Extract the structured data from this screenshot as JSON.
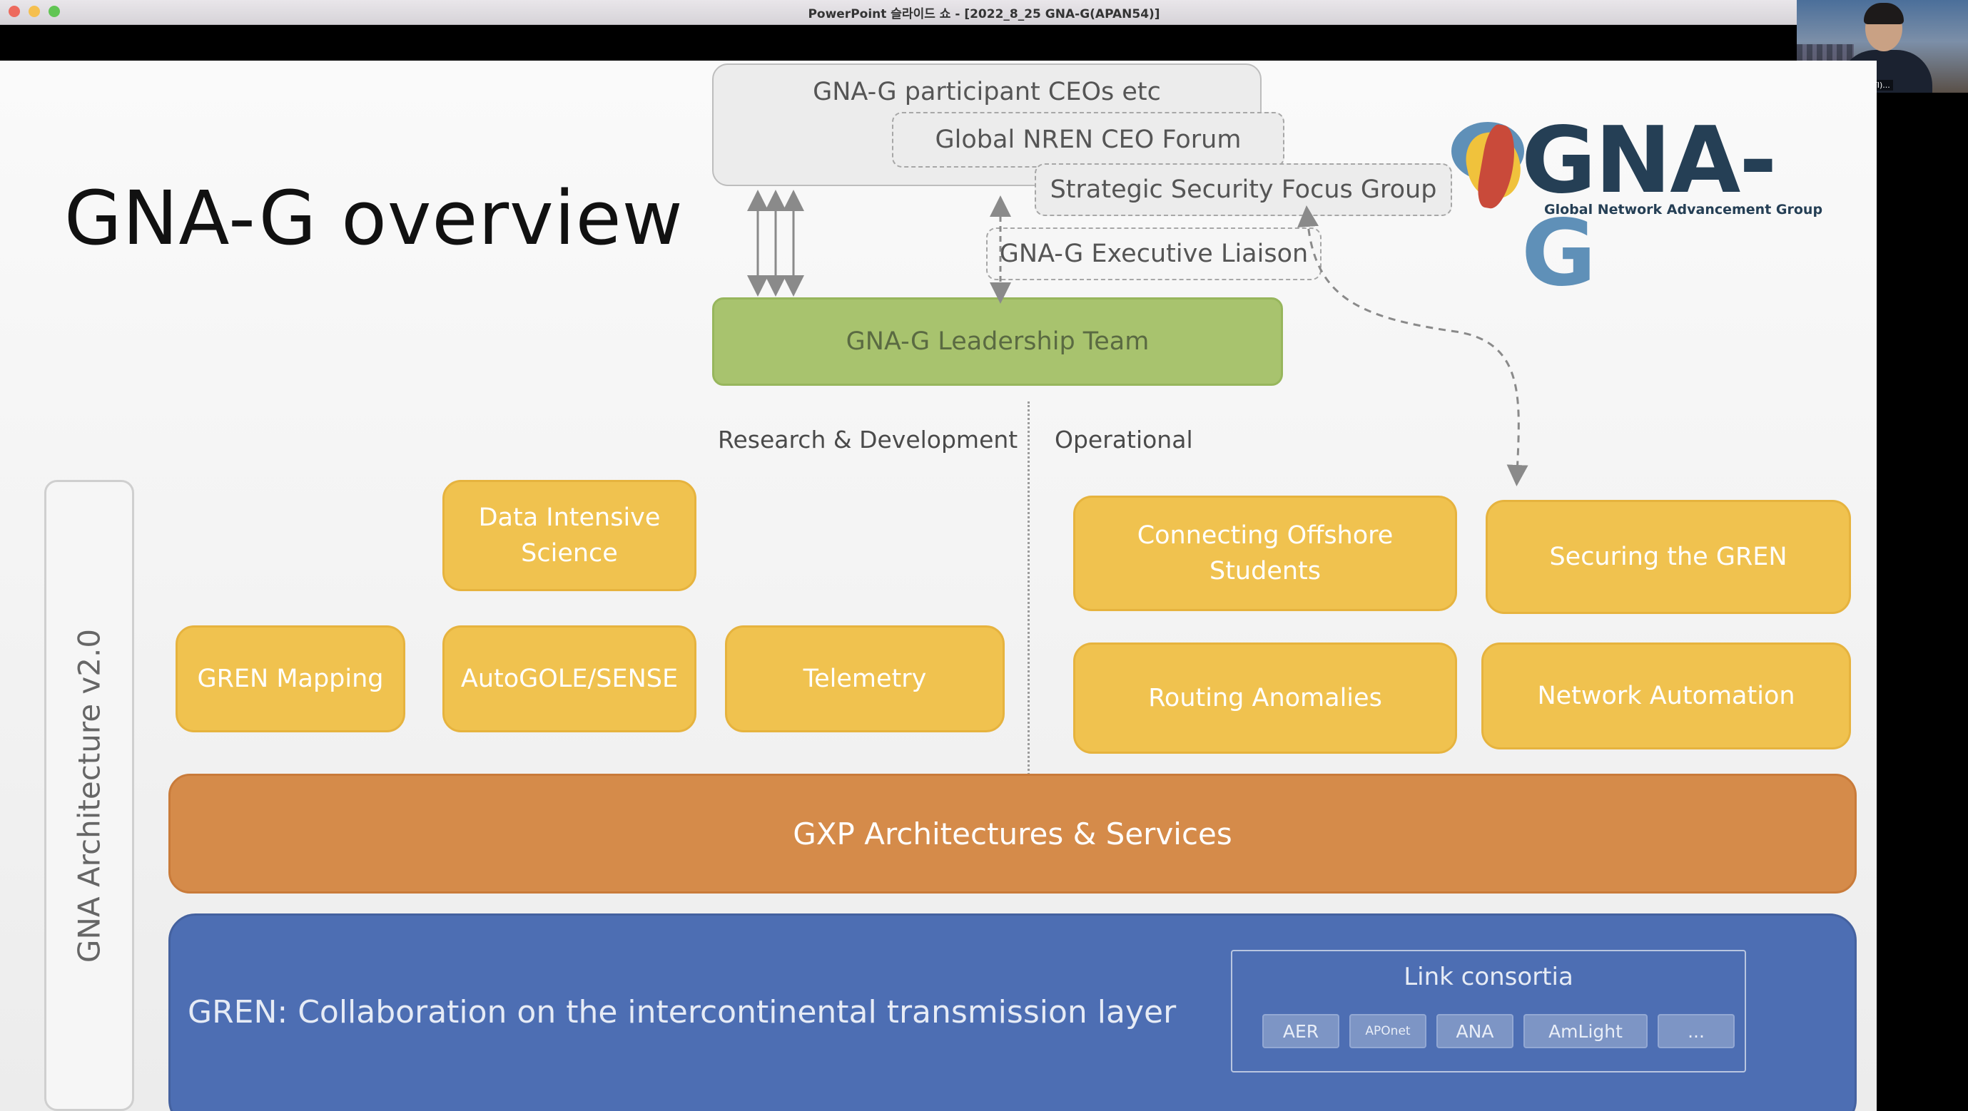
{
  "window": {
    "title": "PowerPoint 슬라이드 쇼 - [2022_8_25 GNA-G(APAN54)]"
  },
  "video": {
    "participant_name": "Buseung Cho (KISTI)..."
  },
  "slide": {
    "title": "GNA-G overview",
    "logo": {
      "text_main": "GNA-",
      "text_g": "G",
      "subtitle": "Global Network Advancement Group"
    },
    "governance": {
      "ceos": "GNA-G participant CEOs etc",
      "nren_forum": "Global NREN CEO Forum",
      "security_focus": "Strategic Security Focus Group",
      "liaison": "GNA-G Executive Liaison",
      "leadership": "GNA-G Leadership Team"
    },
    "sections": {
      "research": "Research & Development",
      "operational": "Operational"
    },
    "working_groups": {
      "data_intensive": "Data Intensive Science",
      "gren_mapping": "GREN Mapping",
      "autogole": "AutoGOLE/SENSE",
      "telemetry": "Telemetry",
      "offshore": "Connecting Offshore Students",
      "securing": "Securing the GREN",
      "routing": "Routing Anomalies",
      "automation": "Network Automation"
    },
    "architecture_label": "GNA Architecture v2.0",
    "gxp": "GXP Architectures & Services",
    "gren": {
      "text": "GREN: Collaboration on the intercontinental transmission layer",
      "link_consortia": {
        "title": "Link consortia",
        "items": [
          "AER",
          "APOnet",
          "ANA",
          "AmLight",
          "..."
        ]
      }
    },
    "colors": {
      "leadership": "#a8c36e",
      "working_group": "#f0c24f",
      "gxp": "#d58b4a",
      "gren": "#4d6eb3"
    }
  }
}
